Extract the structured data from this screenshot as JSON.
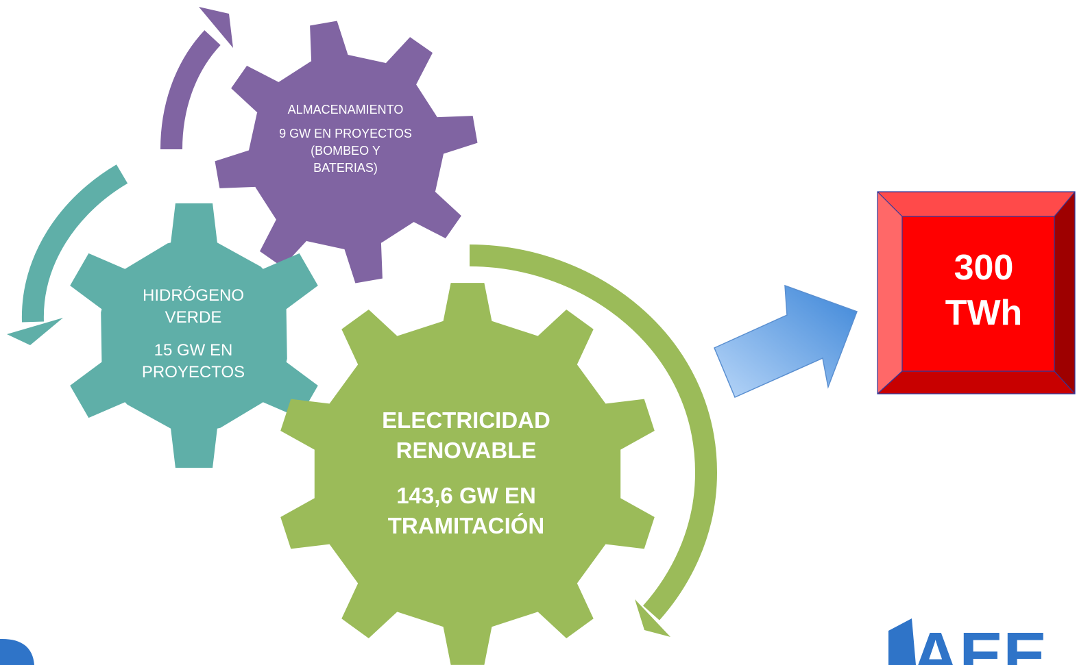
{
  "colors": {
    "storage": "#8064A2",
    "hydrogen": "#5FAFA8",
    "renewable": "#9BBB59",
    "result": "#FF0000",
    "arrow": "#6FA8E8",
    "logo": "#2F74C8"
  },
  "gears": {
    "storage": {
      "title": "ALMACENAMIENTO",
      "detail_1": "9 GW EN PROYECTOS",
      "detail_2": "(BOMBEO Y",
      "detail_3": "BATERIAS)"
    },
    "hydrogen": {
      "title_1": "HIDRÓGENO",
      "title_2": "VERDE",
      "detail_1": "15 GW EN",
      "detail_2": "PROYECTOS"
    },
    "renewable": {
      "title_1": "ELECTRICIDAD",
      "title_2": "RENOVABLE",
      "detail_1": "143,6 GW EN",
      "detail_2": "TRAMITACIÓN"
    }
  },
  "result": {
    "value": "300",
    "unit": "TWh"
  },
  "logo": {
    "text": "AEE"
  }
}
